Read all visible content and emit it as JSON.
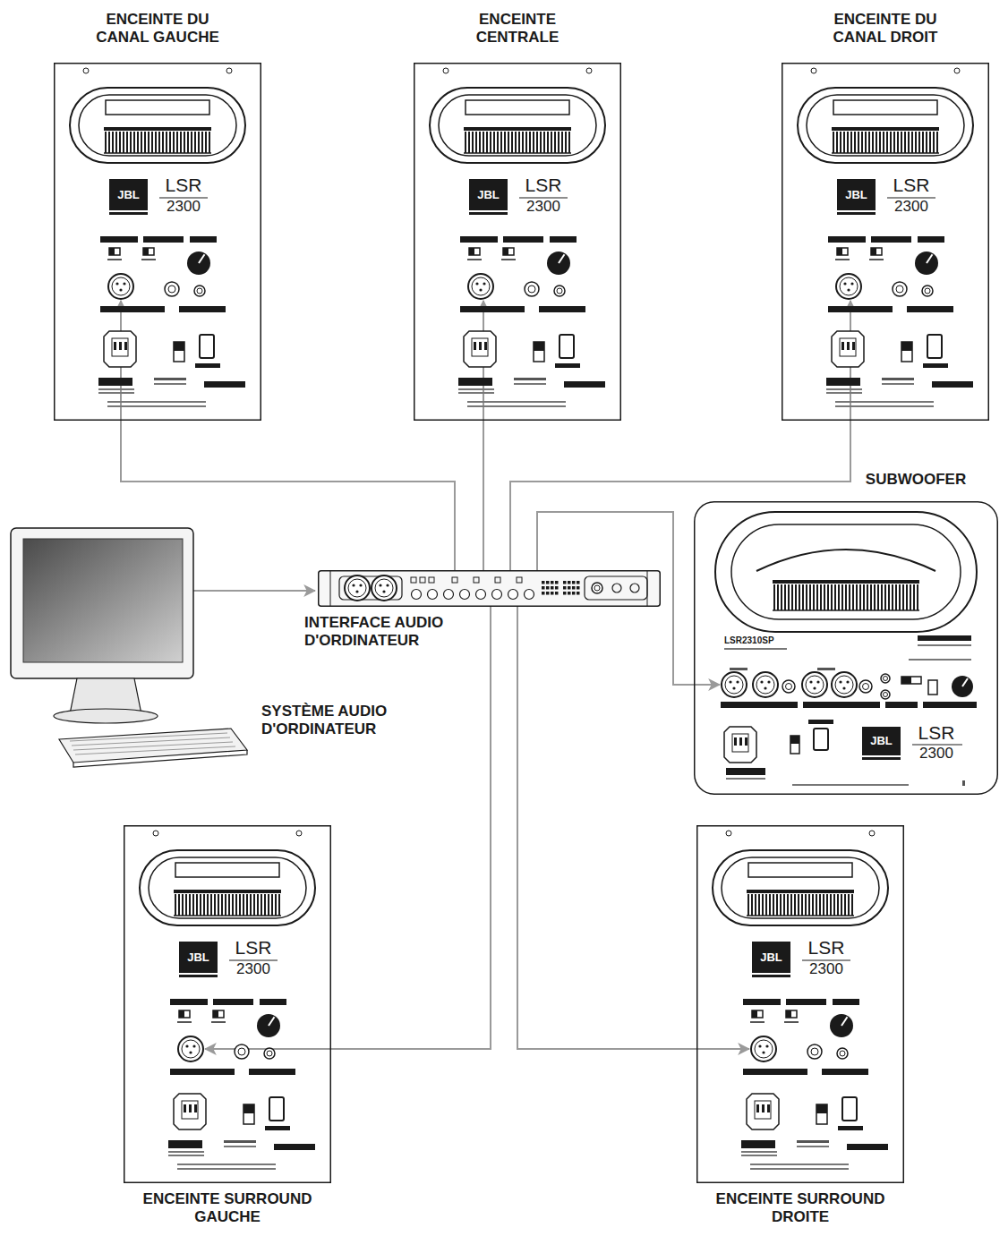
{
  "diagram": {
    "nodes": [
      {
        "text": [
          "ENCEINTE DU CANAL GAUCHE",
          "JBL",
          "LSR",
          "2300"
        ]
      },
      {
        "text": [
          "ENCEINTE CENTRALE",
          "JBL",
          "LSR",
          "2300"
        ]
      },
      {
        "text": [
          "ENCEINTE DU CANAL DROIT",
          "JBL",
          "LSR",
          "2300"
        ]
      },
      {
        "text": [
          "SUBWOOFER",
          "LSR2310SP",
          "JBL",
          "LSR",
          "2300"
        ]
      },
      {
        "text": [
          "SYSTÈME AUDIO D'ORDINATEUR"
        ]
      },
      {
        "text": [
          "INTERFACE AUDIO D'ORDINATEUR"
        ]
      },
      {
        "text": [
          "ENCEINTE SURROUND GAUCHE",
          "JBL",
          "LSR",
          "2300"
        ]
      },
      {
        "text": [
          "ENCEINTE SURROUND DROITE",
          "JBL",
          "LSR",
          "2300"
        ]
      }
    ],
    "edges": [
      {
        "from": 4,
        "to": 5,
        "arrow": "to"
      },
      {
        "from": 5,
        "to": 0,
        "arrow": "to"
      },
      {
        "from": 5,
        "to": 1,
        "arrow": "to"
      },
      {
        "from": 5,
        "to": 2,
        "arrow": "to"
      },
      {
        "from": 5,
        "to": 3,
        "arrow": "to"
      },
      {
        "from": 5,
        "to": 6,
        "arrow": "to"
      },
      {
        "from": 5,
        "to": 7,
        "arrow": "to"
      }
    ]
  }
}
